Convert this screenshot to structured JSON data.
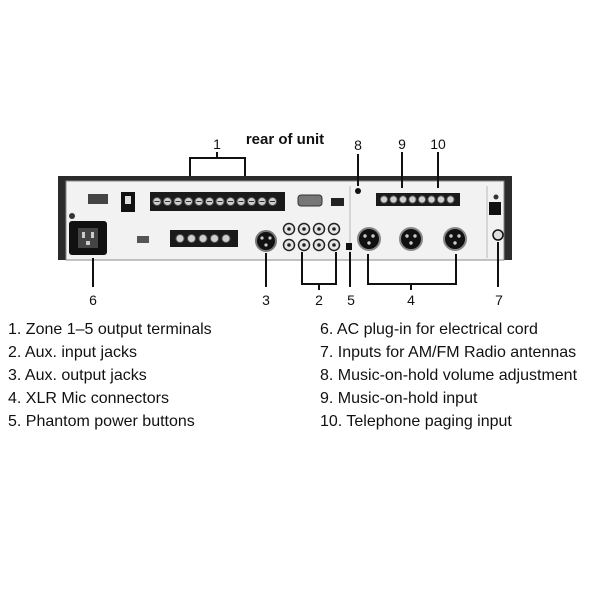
{
  "diagram": {
    "title": "rear of unit",
    "callouts": [
      "1",
      "2",
      "3",
      "4",
      "5",
      "6",
      "7",
      "8",
      "9",
      "10"
    ]
  },
  "legend": {
    "left": [
      "1. Zone 1–5 output terminals",
      "2. Aux. input jacks",
      "3. Aux. output jacks",
      "4. XLR Mic connectors",
      "5. Phantom power buttons"
    ],
    "right": [
      "6. AC plug-in for electrical cord",
      "7. Inputs for AM/FM Radio antennas",
      "8. Music-on-hold volume adjustment",
      "9. Music-on-hold input",
      "10. Telephone paging input"
    ]
  },
  "colors": {
    "chassis": "#2b2b2b",
    "panel": "#f2f2f2",
    "line": "#111111"
  }
}
